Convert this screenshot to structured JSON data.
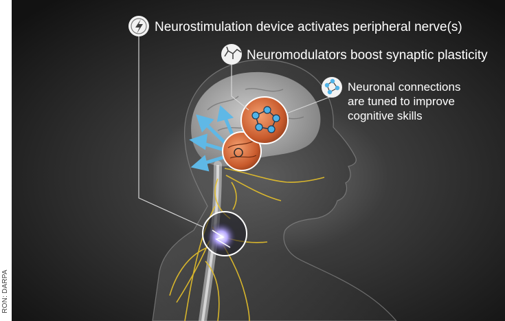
{
  "credit": "RON: DARPA",
  "callouts": [
    {
      "icon": "lightning-icon",
      "text": "Neurostimulation device activates peripheral nerve(s)"
    },
    {
      "icon": "molecule-icon",
      "text": "Neuromodulators boost synaptic plasticity"
    },
    {
      "icon": "network-icon",
      "lines": [
        "Neuronal connections",
        "are tuned to improve",
        "cognitive skills"
      ]
    }
  ],
  "colors": {
    "background_center": "#6b6b6b",
    "background_edge": "#151515",
    "nerve": "#e8c22a",
    "arrow": "#5fb8e6",
    "icon_fill": "#f2f2f2",
    "node_blue": "#4fb3e8"
  }
}
